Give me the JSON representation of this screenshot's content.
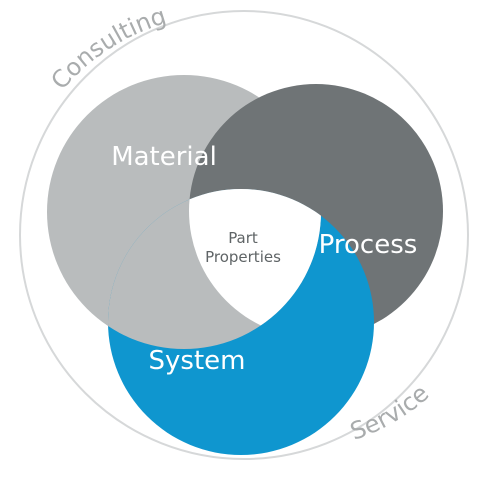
{
  "diagram": {
    "outer_ring": {
      "top_text": "Consulting",
      "bottom_text": "Service"
    },
    "circles": {
      "material": {
        "label": "Material",
        "color": "#b9bcbd"
      },
      "process": {
        "label": "Process",
        "color": "#6f7476"
      },
      "system": {
        "label": "System",
        "color": "#0f96cf"
      }
    },
    "center": {
      "line1": "Part",
      "line2": "Properties"
    },
    "colors": {
      "ring": "#d6d8d9",
      "ring_text": "#a9acad",
      "center_fill": "#ffffff",
      "center_text": "#5f6466"
    }
  }
}
